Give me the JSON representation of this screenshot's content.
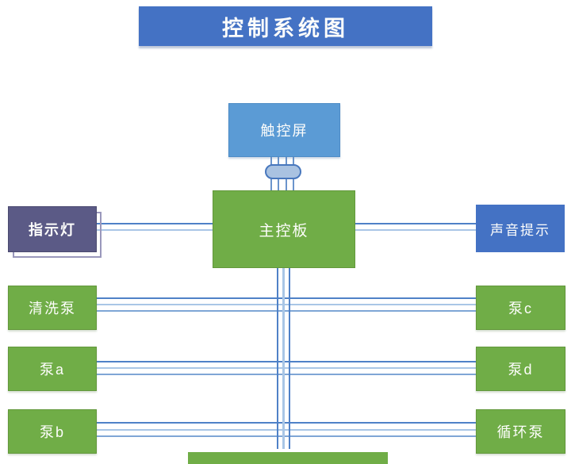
{
  "title": "控制系统图",
  "nodes": {
    "touchscreen": {
      "label": "触控屏"
    },
    "mainboard": {
      "label": "主控板"
    },
    "indicator_light": {
      "label": "指示灯"
    },
    "sound_alert": {
      "label": "声音提示"
    },
    "wash_pump": {
      "label": "清洗泵"
    },
    "pump_a": {
      "label": "泵a"
    },
    "pump_b": {
      "label": "泵b"
    },
    "pump_c": {
      "label": "泵c"
    },
    "pump_d": {
      "label": "泵d"
    },
    "circulation_pump": {
      "label": "循环泵"
    }
  },
  "connections": [
    {
      "from": "touchscreen",
      "to": "mainboard",
      "lines": 4,
      "via": "capsule-connector"
    },
    {
      "from": "indicator_light",
      "to": "mainboard",
      "lines": 2
    },
    {
      "from": "mainboard",
      "to": "sound_alert",
      "lines": 2
    },
    {
      "from": "wash_pump",
      "to": "pump_c",
      "lines": 3
    },
    {
      "from": "pump_a",
      "to": "pump_d",
      "lines": 3
    },
    {
      "from": "pump_b",
      "to": "circulation_pump",
      "lines": 3
    },
    {
      "from": "mainboard",
      "to": "bottom-clipped-box",
      "lines": 3
    }
  ],
  "colors": {
    "title_bg": "#4472c4",
    "touchscreen_bg": "#5b9bd5",
    "green_bg": "#70ad47",
    "indicator_bg": "#5b5a86",
    "sound_bg": "#4472c4",
    "line_dark": "#4f81c7",
    "line_light": "#a9c6e6",
    "line_mid": "#7fa6d6",
    "line_connector": "#6b94cc",
    "capsule_fill": "#a9c2e1",
    "capsule_border": "#4877bd"
  }
}
